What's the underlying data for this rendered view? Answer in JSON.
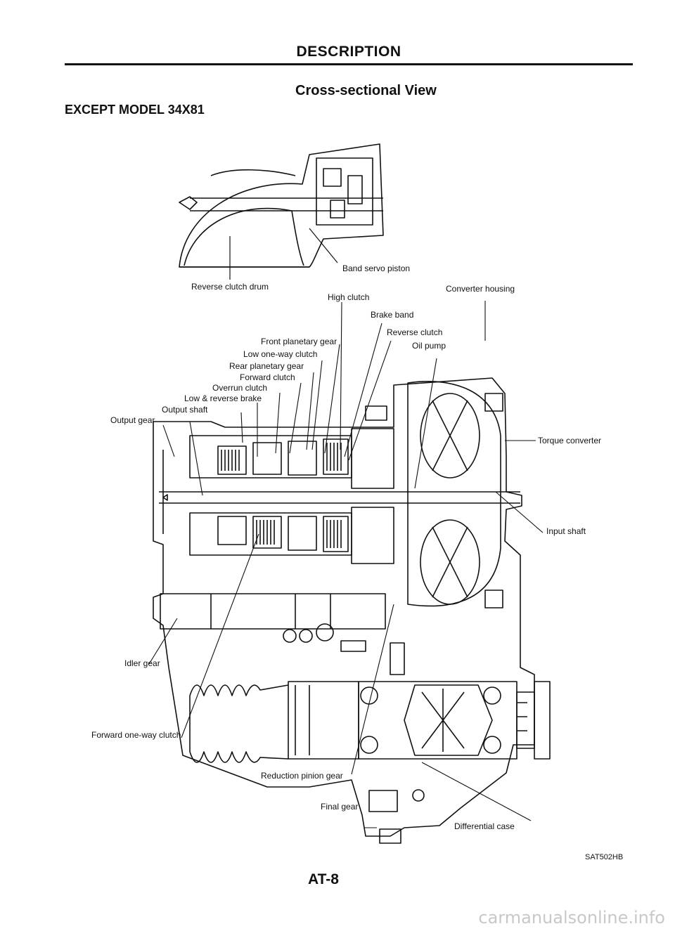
{
  "header": {
    "title": "DESCRIPTION"
  },
  "section": {
    "subtitle": "Cross-sectional View",
    "model": "EXCEPT MODEL 34X81"
  },
  "labels": {
    "band_servo_piston": "Band servo piston",
    "reverse_clutch_drum": "Reverse clutch drum",
    "high_clutch": "High clutch",
    "converter_housing": "Converter housing",
    "brake_band": "Brake band",
    "reverse_clutch": "Reverse clutch",
    "front_planetary_gear": "Front planetary gear",
    "oil_pump": "Oil pump",
    "low_one_way_clutch": "Low one-way clutch",
    "rear_planetary_gear": "Rear planetary gear",
    "forward_clutch": "Forward clutch",
    "overrun_clutch": "Overrun clutch",
    "low_reverse_brake": "Low & reverse brake",
    "output_shaft": "Output shaft",
    "output_gear": "Output gear",
    "torque_converter": "Torque converter",
    "input_shaft": "Input shaft",
    "idler_gear": "Idler gear",
    "forward_one_way_clutch": "Forward one-way clutch",
    "reduction_pinion_gear": "Reduction pinion gear",
    "final_gear": "Final gear",
    "differential_case": "Differential case"
  },
  "footer": {
    "ref_code": "SAT502HB",
    "page_number": "AT-8",
    "watermark": "carmanualsonline.info"
  }
}
